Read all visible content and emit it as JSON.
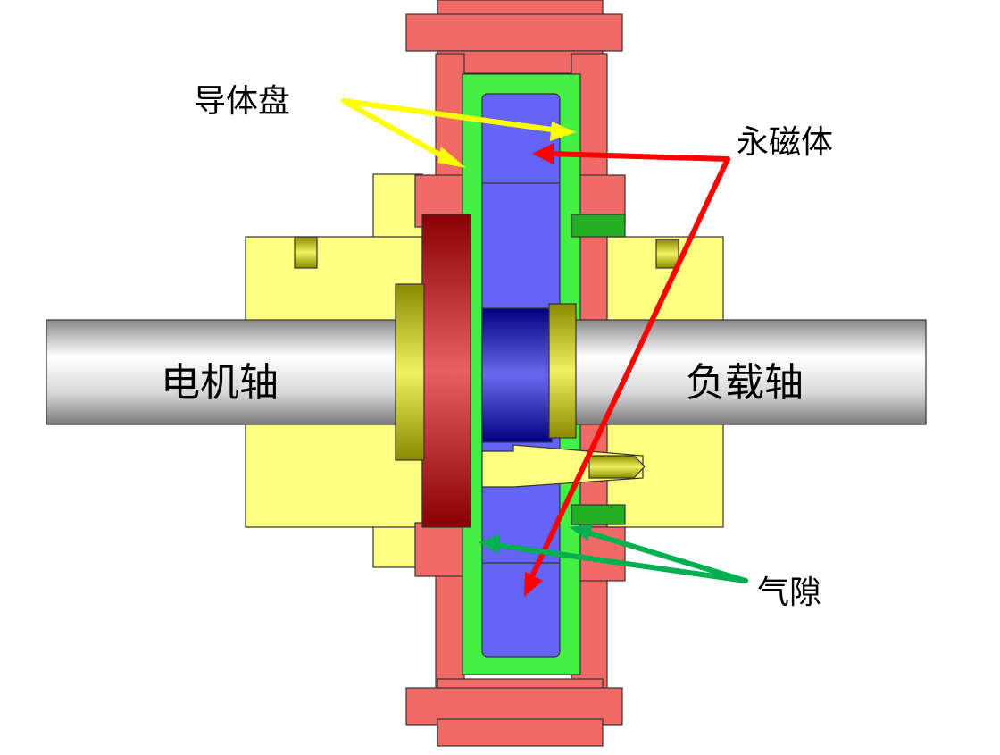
{
  "labels": {
    "conductor_disk": "导体盘",
    "permanent_magnet": "永磁体",
    "motor_shaft": "电机轴",
    "load_shaft": "负载轴",
    "air_gap": "气隙"
  },
  "colors": {
    "conductor": "#f06a66",
    "magnet": "#6464f8",
    "hub": "#ffff80",
    "gap": "#44f044",
    "disk": "#a00000",
    "arrow_conductor": "#ffff00",
    "arrow_magnet": "#ff0000",
    "arrow_gap": "#00b050"
  }
}
